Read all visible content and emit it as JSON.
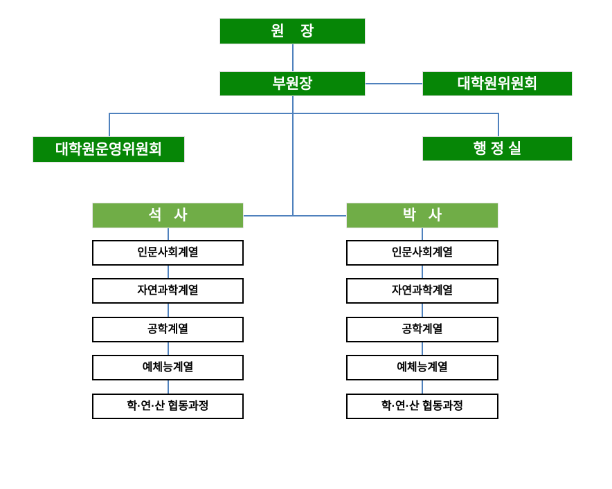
{
  "chart": {
    "type": "org-chart",
    "nodes": {
      "director": "원    장",
      "vice_director": "부원장",
      "graduate_committee": "대학원위원회",
      "operating_committee": "대학원운영위원회",
      "admin_office": "행 정 실",
      "masters": "석   사",
      "doctoral": "박   사"
    },
    "masters_departments": [
      "인문사회계열",
      "자연과학계열",
      "공학계열",
      "예체능계열",
      "학·연·산 협동과정"
    ],
    "doctoral_departments": [
      "인문사회계열",
      "자연과학계열",
      "공학계열",
      "예체능계열",
      "학·연·산 협동과정"
    ],
    "colors": {
      "dark_green": "#068606",
      "light_green": "#70AD47",
      "connector_blue": "#4F81BD",
      "dept_box_border": "#000000",
      "dept_box_background": "#ffffff",
      "node_text": "#ffffff",
      "dept_text": "#000000"
    }
  }
}
